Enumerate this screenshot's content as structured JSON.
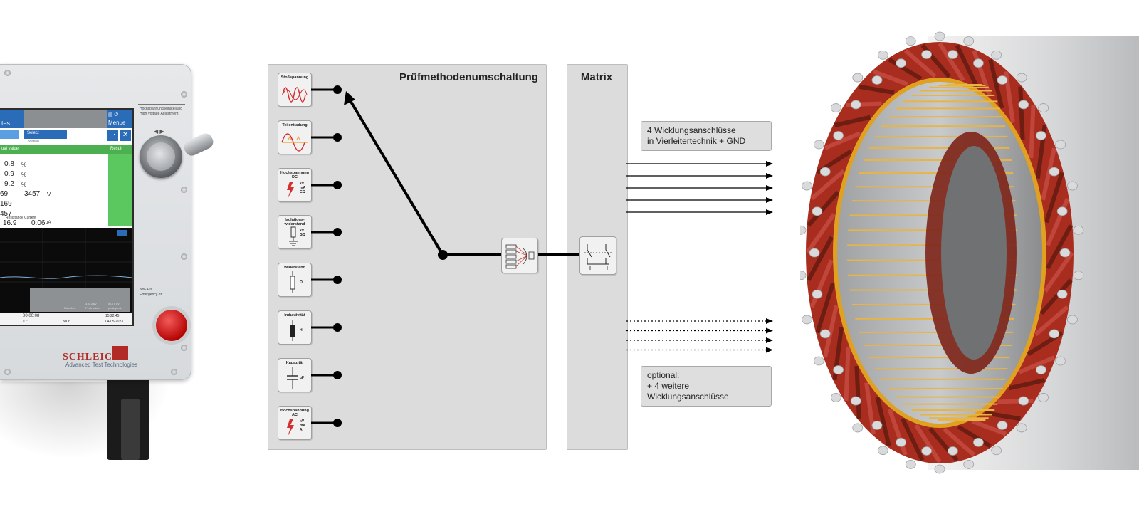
{
  "device": {
    "brand": "SCHLEICH",
    "tagline": "Advanced Test Technologies",
    "knob_label_de": "Hochspannungseinstellung",
    "knob_label_en": "High Voltage Adjustment",
    "estop_label_de": "Not-Aus",
    "estop_label_en": "Emergency off",
    "screen": {
      "tab_fragment": "tes",
      "menu_label": "Menue",
      "select_label": "Select",
      "location_label": "Location",
      "col_value": "ual value",
      "col_result": "Result",
      "values": [
        "0.8",
        "0.9",
        "9.2",
        "3457"
      ],
      "value_units": [
        "%",
        "%",
        "%",
        "V"
      ],
      "left_values": [
        "69",
        "169",
        "457"
      ],
      "resistance_label": "Resistance",
      "current_label": "Current",
      "resistance_value": "16.9",
      "current_value": "0.06",
      "current_unit": "µA",
      "rise_time_label": "Rise time",
      "peak_value_label": "Peak value",
      "peak_peak_label": "peak-peak",
      "peak_value": "3.813 kV",
      "peak_peak_value": "5.075 kV",
      "timer": "00:00:08",
      "result_io": "IO:",
      "result_nio": "NIO:",
      "clock_time": "15:22:45",
      "clock_date": "04/05/2023"
    }
  },
  "diagram": {
    "method_panel_title": "Prüfmethodenumschaltung",
    "matrix_panel_title": "Matrix",
    "methods": [
      {
        "label": "Stoßspannung",
        "icon": "surge-wave-icon",
        "units": []
      },
      {
        "label": "Teilentladung",
        "icon": "partial-discharge-icon",
        "units": []
      },
      {
        "label": "Hochspannung DC",
        "icon": "high-voltage-icon",
        "units": [
          "kV",
          "mA",
          "GΩ"
        ]
      },
      {
        "label": "Isolations-widerstand",
        "icon": "insulation-icon",
        "units": [
          "kV",
          "GΩ"
        ]
      },
      {
        "label": "Widerstand",
        "icon": "resistor-icon",
        "units": [
          "Ω"
        ]
      },
      {
        "label": "Induktivität",
        "icon": "inductor-icon",
        "units": [
          "H"
        ]
      },
      {
        "label": "Kapazität",
        "icon": "capacitor-icon",
        "units": [
          "µF"
        ]
      },
      {
        "label": "Hochspannung AC",
        "icon": "high-voltage-icon",
        "units": [
          "kV",
          "mA",
          "A"
        ]
      }
    ],
    "selected_method_index": 0,
    "callout_main_line1": "4 Wicklungsanschlüsse",
    "callout_main_line2": "in Vierleitertechnik + GND",
    "callout_optional_line1": "optional:",
    "callout_optional_line2": "+ 4 weitere Wicklungsanschlüsse",
    "solid_outputs": 5,
    "dotted_outputs": 4,
    "colors": {
      "panel": "#dcdcdc",
      "line": "#000000",
      "brand_red": "#b22a25",
      "screen_blue": "#2b6cb8",
      "screen_green": "#4caf50",
      "winding_copper": "#8e2a1c"
    }
  }
}
